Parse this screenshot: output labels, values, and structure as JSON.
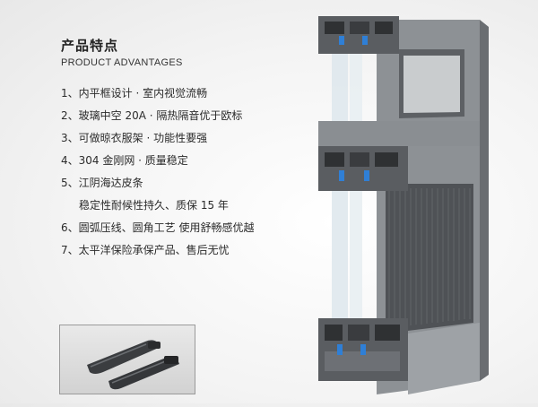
{
  "heading": {
    "title": "产品特点",
    "subtitle": "PRODUCT ADVANTAGES"
  },
  "features": [
    "1、内平框设计 · 室内视觉流畅",
    "2、玻璃中空 20A · 隔热隔音优于欧标",
    "3、可做晾衣服架 · 功能性要强",
    "4、304 金刚网 · 质量稳定",
    "5、江阴海达皮条",
    "稳定性耐候性持久、质保 15 年",
    "6、圆弧压线、圆角工艺   使用舒畅感优越",
    "7、太平洋保险承保产品、售后无忧"
  ],
  "colors": {
    "profile_dark": "#4a4d51",
    "profile_mid": "#6d7075",
    "profile_light": "#9ea2a6",
    "gasket_blue": "#2f7fd6",
    "glass": "#d9e4ea"
  },
  "icons": {
    "inset_image": "handle-hardware-image",
    "product_image": "window-profile-cross-section-image"
  }
}
